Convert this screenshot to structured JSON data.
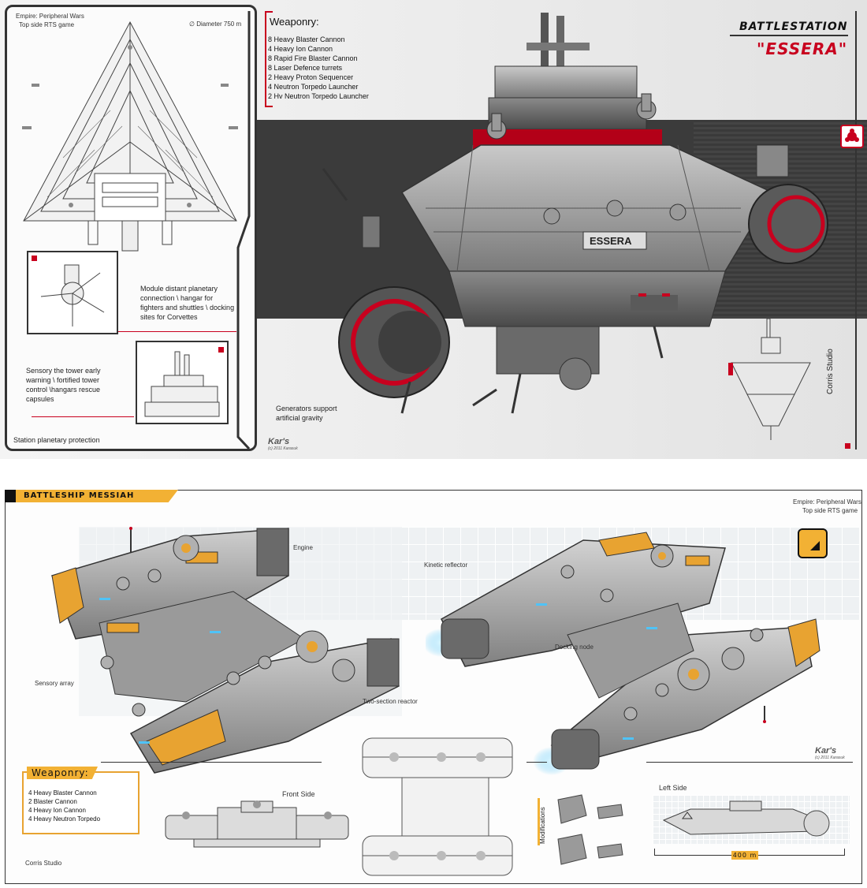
{
  "top": {
    "empire": "Empire: Peripheral Wars",
    "game": "Top side RTS game",
    "diameter": "Diameter 750 m",
    "weaponry_title": "Weaponry:",
    "weaponry": [
      "8 Heavy Blaster Cannon",
      "4 Heavy Ion Cannon",
      "8 Rapid Fire Blaster Cannon",
      "8 Laser Defence turrets",
      "2 Heavy Proton Sequencer",
      "4 Neutron Torpedo Launcher",
      "2 Hv Neutron Torpedo Launcher"
    ],
    "title_line1": "BATTLESTATION",
    "title_line2": "\"ESSERA\"",
    "hull_name": "ESSERA",
    "module_text": "Module distant planetary connection \\ hangar for fighters and shuttles \\ docking sites for Corvettes",
    "sensory_text": "Sensory the tower early warning \\ fortified tower control \\hangars rescue capsules",
    "station_protection": "Station planetary protection",
    "generators": "Generators support artificial gravity",
    "studio": "Corris Studio",
    "signature": "Kar's",
    "signature_sub": "(c) 2011 Karasuk",
    "accent": "#c8001e"
  },
  "bottom": {
    "title": "BATTLESHIP MESSIAH",
    "empire": "Empire: Peripheral Wars",
    "game": "Top side RTS game",
    "labels": {
      "engine": "Engine",
      "kinetic": "Kinetic reflector",
      "sensory": "Sensory array",
      "reactor": "Two-section reactor",
      "docking": "Docking node"
    },
    "weaponry_title": "Weaponry:",
    "weaponry": [
      "4 Heavy Blaster Cannon",
      "2 Blaster Cannon",
      "4 Heavy Ion Cannon",
      "4 Heavy Neutron Torpedo"
    ],
    "front_side": "Front Side",
    "left_side": "Left Side",
    "modifications": "Modifications",
    "length": "400 m",
    "studio": "Corris Studio",
    "signature": "Kar's",
    "signature_sub": "(c) 2011 Karasuk",
    "accent": "#f2b134"
  }
}
